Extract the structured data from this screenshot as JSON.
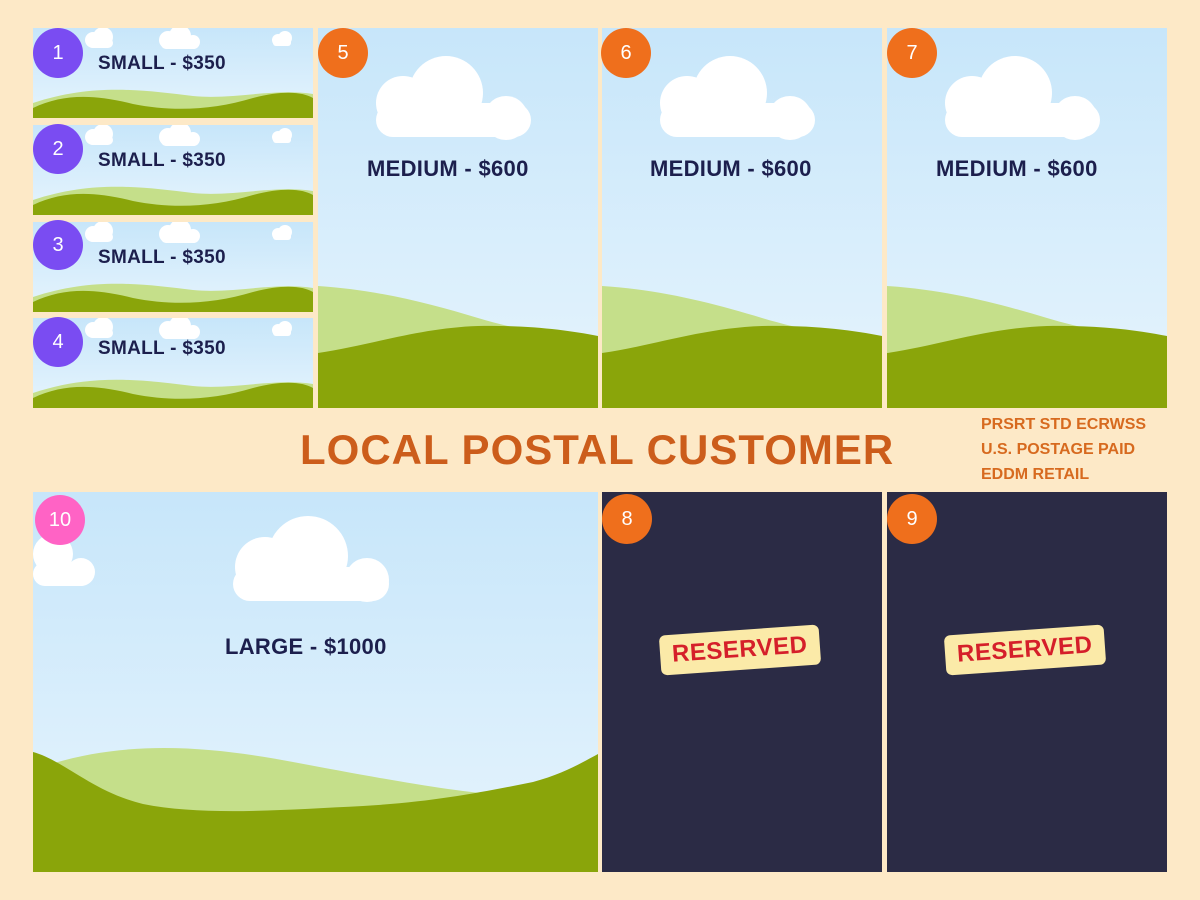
{
  "panels": {
    "p1": {
      "number": "1",
      "label": "SMALL - $350"
    },
    "p2": {
      "number": "2",
      "label": "SMALL - $350"
    },
    "p3": {
      "number": "3",
      "label": "SMALL - $350"
    },
    "p4": {
      "number": "4",
      "label": "SMALL - $350"
    },
    "p5": {
      "number": "5",
      "label": "MEDIUM - $600"
    },
    "p6": {
      "number": "6",
      "label": "MEDIUM - $600"
    },
    "p7": {
      "number": "7",
      "label": "MEDIUM - $600"
    },
    "p8": {
      "number": "8",
      "label": "RESERVED"
    },
    "p9": {
      "number": "9",
      "label": "RESERVED"
    },
    "p10": {
      "number": "10",
      "label": "LARGE - $1000"
    }
  },
  "title": "LOCAL POSTAL CUSTOMER",
  "postal_indicia": [
    "PRSRT STD ECRWSS",
    "U.S. POSTAGE PAID",
    "EDDM RETAIL"
  ],
  "colors": {
    "background": "#fde9c7",
    "sky": "#c7e6fa",
    "hill_light": "#c5df8a",
    "hill_dark": "#8aa50a",
    "reserved_panel": "#2b2b45",
    "reserved_text": "#d51f2a",
    "title": "#cc5d1b",
    "label": "#1c1f4d",
    "badge_small": "#7a4cf2",
    "badge_medium": "#ef6f1c",
    "badge_large": "#ff63c5"
  }
}
